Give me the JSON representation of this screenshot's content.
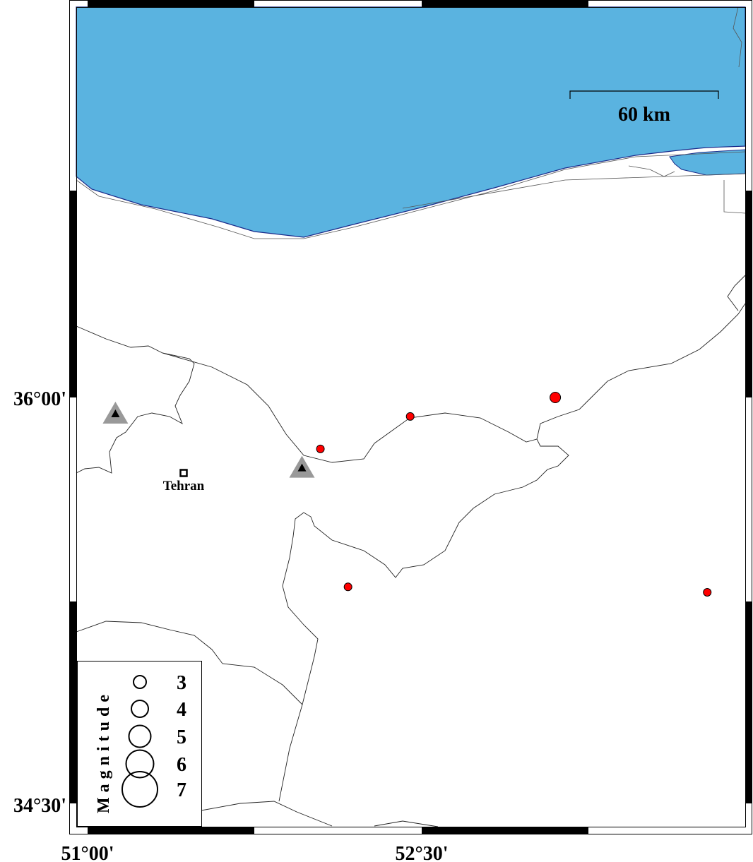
{
  "map": {
    "colors": {
      "sea": "#5ab3e0",
      "coast": "#1a2a8a",
      "event": "#ff0000",
      "volcano_outer": "#999999",
      "volcano_inner": "#000000"
    },
    "axes": {
      "x_ticks": [
        "51°00'",
        "52°30'"
      ],
      "y_ticks": [
        "36°00'",
        "34°30'"
      ]
    },
    "scale_bar": {
      "label": "60 km"
    },
    "city": {
      "name": "Tehran",
      "lon": 51.42,
      "lat": 35.69
    },
    "events": [
      {
        "lon": 52.06,
        "lat": 35.81,
        "magnitude": 3
      },
      {
        "lon": 52.45,
        "lat": 35.93,
        "magnitude": 3
      },
      {
        "lon": 53.08,
        "lat": 36.0,
        "magnitude": 3.5
      },
      {
        "lon": 52.18,
        "lat": 35.3,
        "magnitude": 3
      },
      {
        "lon": 53.74,
        "lat": 35.28,
        "magnitude": 3
      }
    ],
    "volcanoes": [
      {
        "lon": 51.17,
        "lat": 35.94
      },
      {
        "lon": 51.98,
        "lat": 35.74
      }
    ],
    "legend": {
      "title": "Magnitude",
      "entries": [
        "3",
        "4",
        "5",
        "6",
        "7"
      ]
    }
  }
}
